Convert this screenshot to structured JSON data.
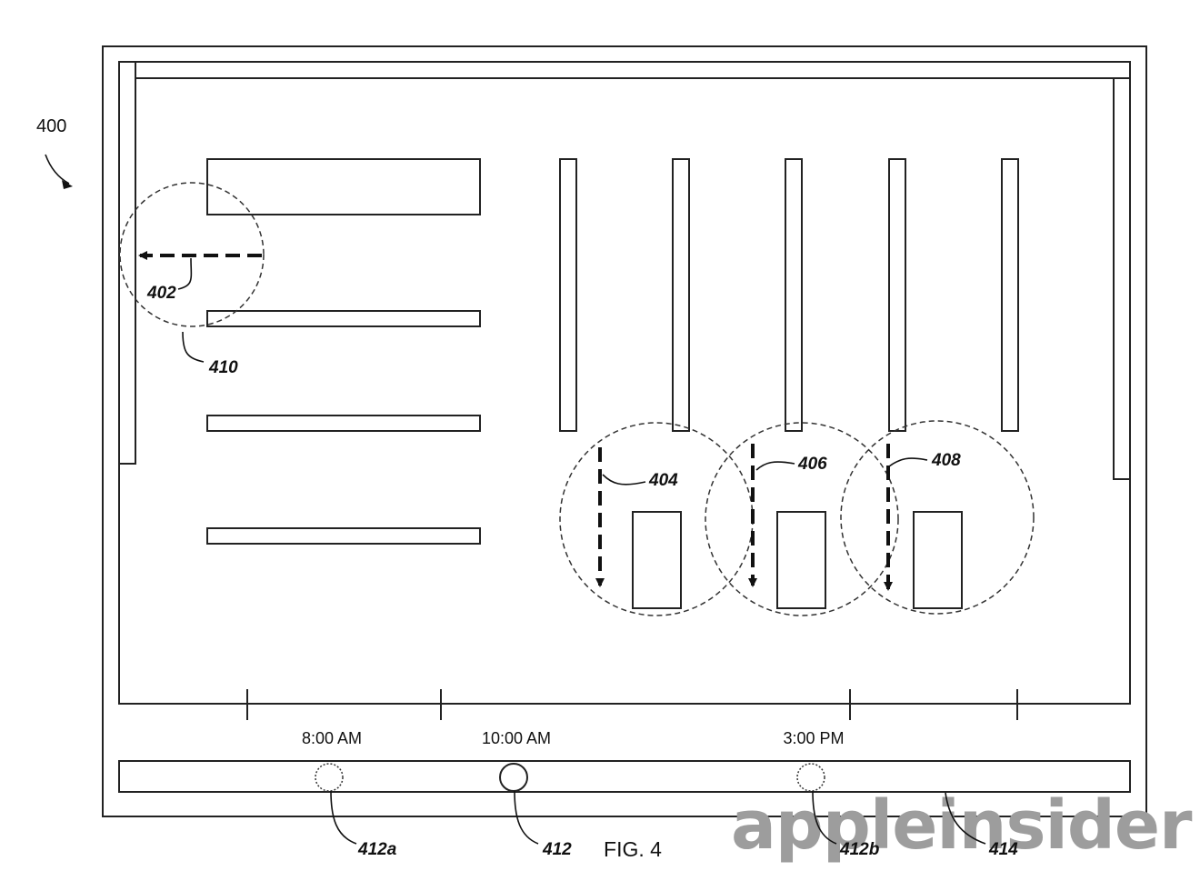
{
  "figure": {
    "ref": "400",
    "caption": "FIG. 4",
    "watermark": "appleinsider",
    "paths": [
      {
        "label": "402"
      },
      {
        "label": "404"
      },
      {
        "label": "406"
      },
      {
        "label": "408"
      }
    ],
    "zone_label": "410",
    "timeline": {
      "times": [
        "8:00 AM",
        "10:00 AM",
        "3:00 PM"
      ],
      "markers": [
        {
          "label": "412a"
        },
        {
          "label": "412"
        },
        {
          "label": "412b"
        }
      ],
      "bar_label": "414"
    }
  }
}
